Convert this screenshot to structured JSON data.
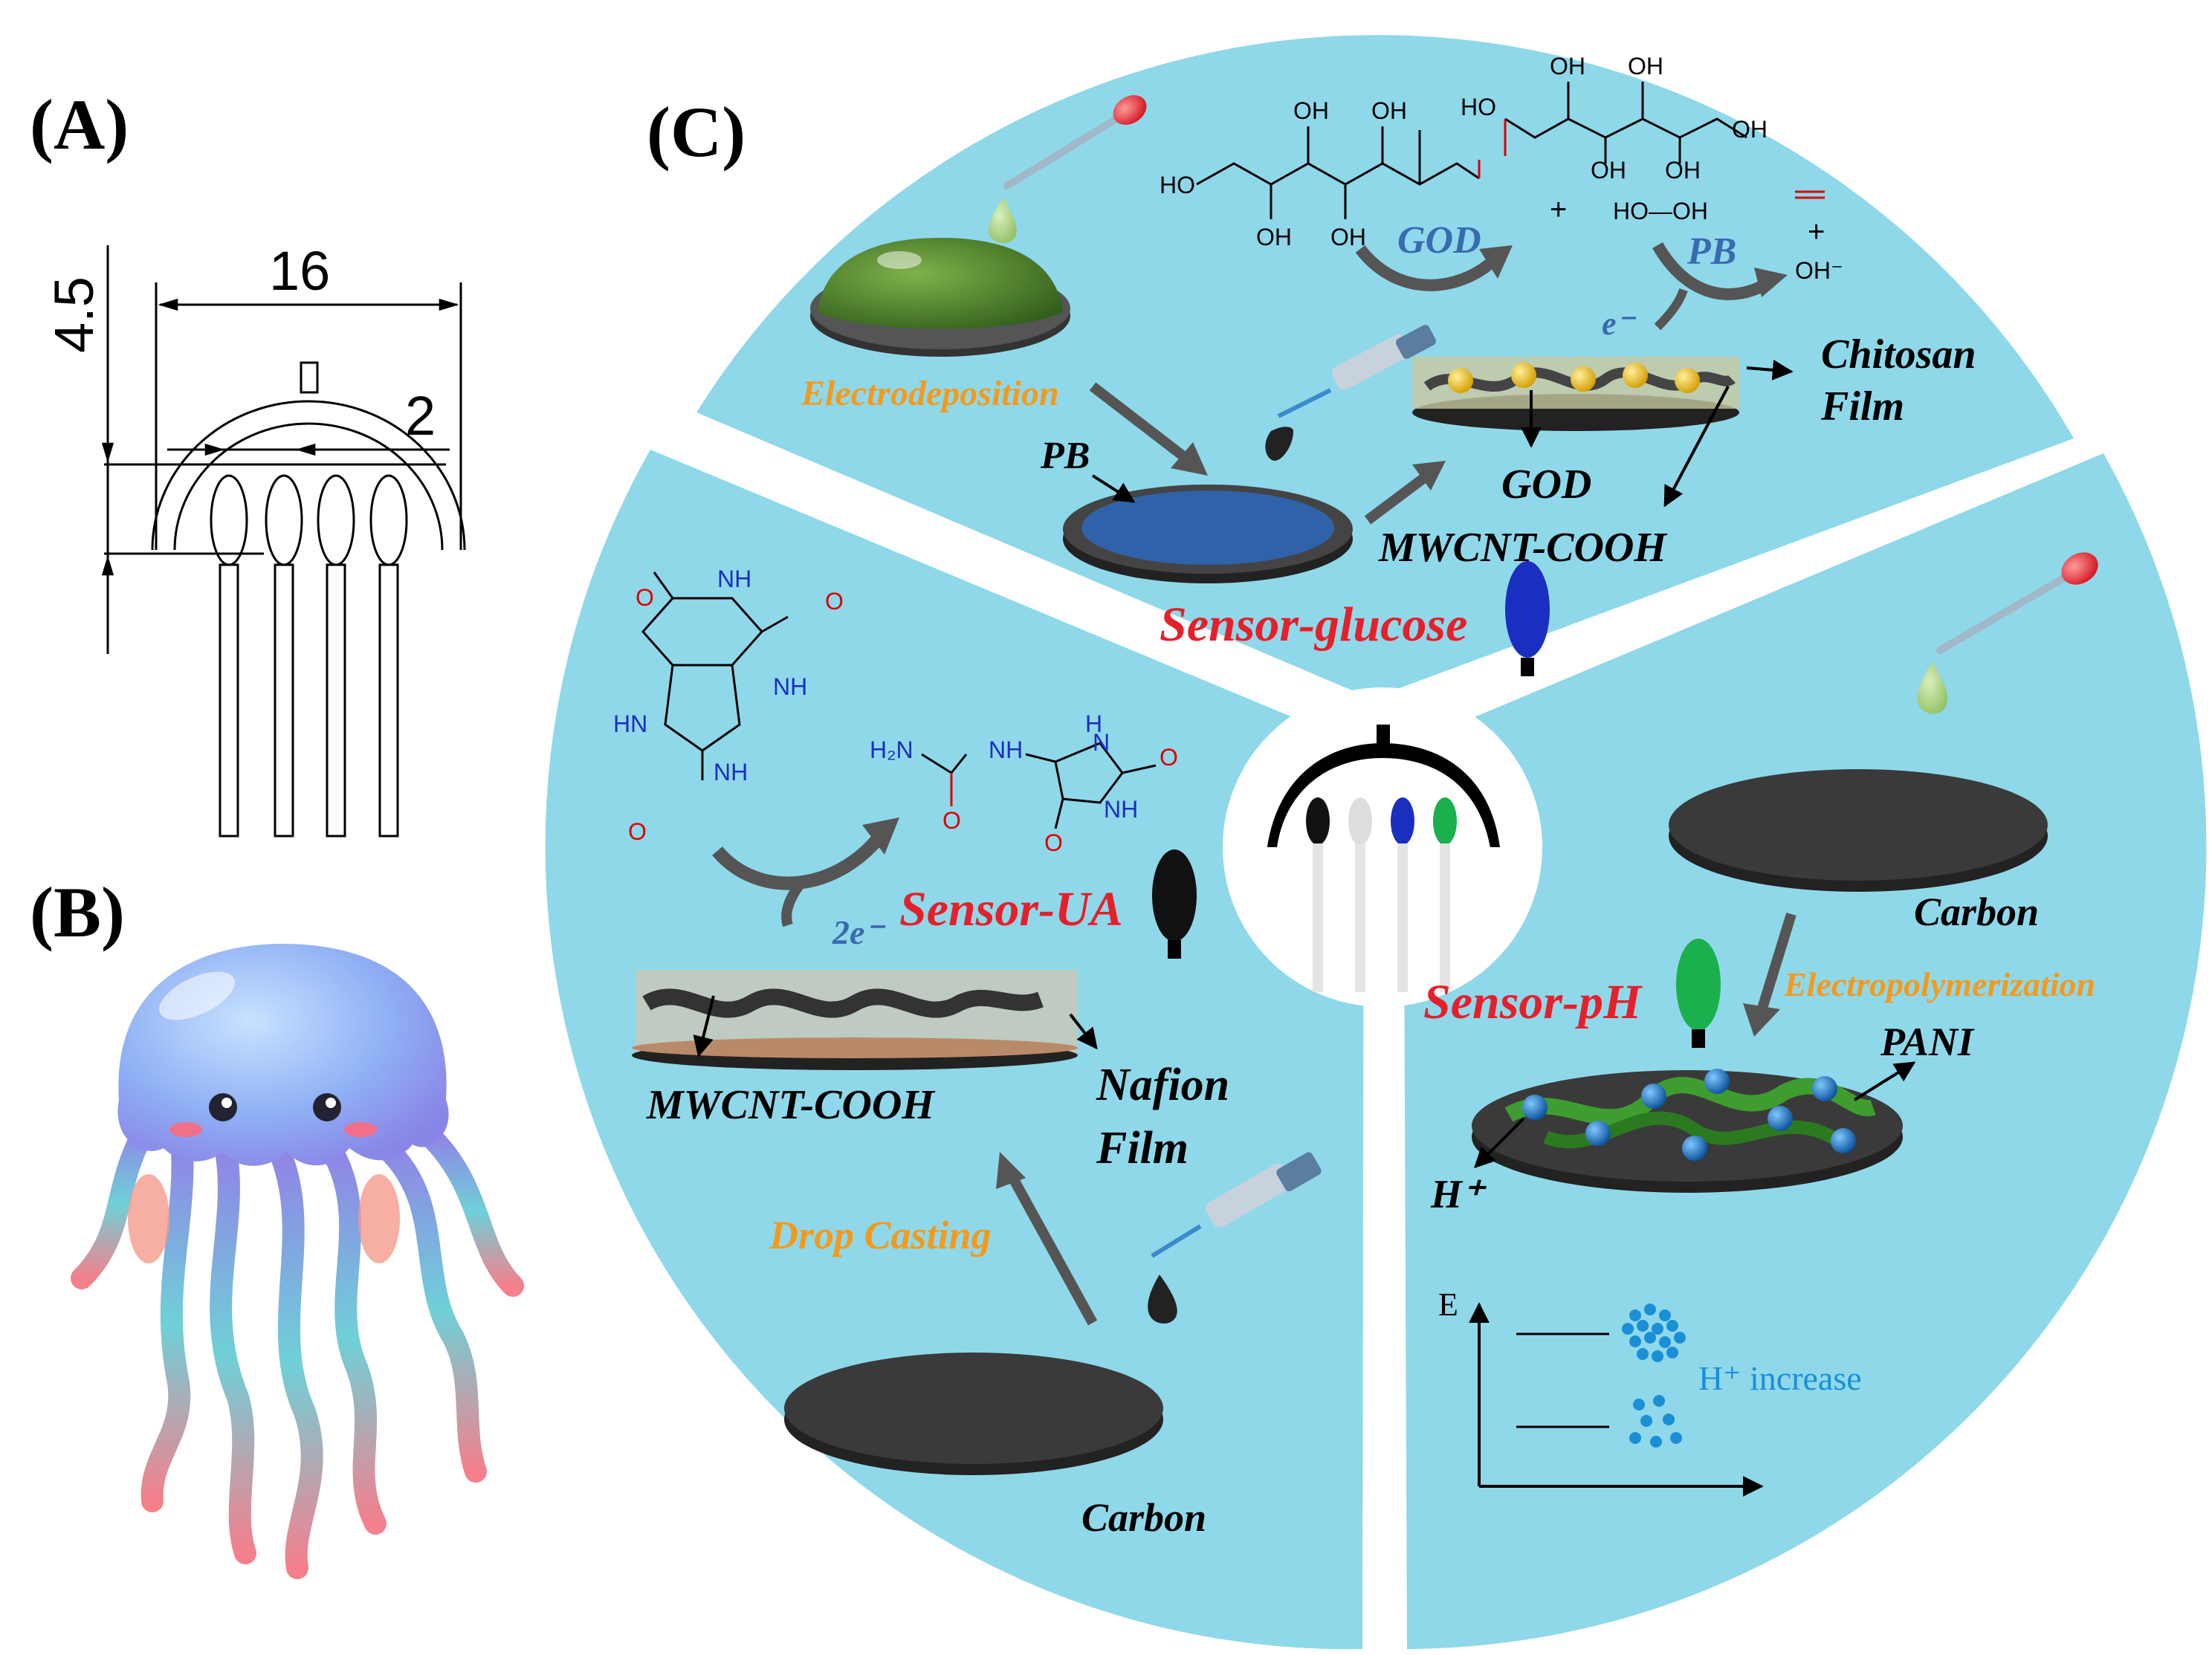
{
  "panels": {
    "a": {
      "label": "(A)"
    },
    "b": {
      "label": "(B)"
    },
    "c": {
      "label": "(C)"
    }
  },
  "drawing": {
    "dim_width": "16",
    "dim_height": "4.5",
    "dim_gap": "2"
  },
  "glucose_sector": {
    "title": "Sensor-glucose",
    "electrodeposition": "Electrodeposition",
    "pb": "PB",
    "god": "GOD",
    "mwcnt": "MWCNT-COOH",
    "chitosan_1": "Chitosan",
    "chitosan_2": "Film",
    "reaction": {
      "plus1": "+",
      "plus2": "+",
      "god_enzyme": "GOD",
      "pb_catalyst": "PB",
      "electron": "e⁻",
      "h2o2": "HO—OH",
      "oh_minus": "OH⁻",
      "oh": "OH",
      "ho": "HO"
    }
  },
  "ua_sector": {
    "title": "Sensor-UA",
    "electrons": "2e⁻",
    "mwcnt": "MWCNT-COOH",
    "nafion_1": "Nafion",
    "nafion_2": "Film",
    "drop_casting": "Drop Casting",
    "carbon": "Carbon",
    "atoms": {
      "o": "O",
      "nh": "NH",
      "hn": "HN",
      "h": "H",
      "n": "N",
      "h2n": "H₂N"
    }
  },
  "ph_sector": {
    "title": "Sensor-pH",
    "carbon": "Carbon",
    "electropolymerization": "Electropolymerization",
    "pani": "PANI",
    "h_plus": "H⁺",
    "plot": {
      "y_axis": "E",
      "legend": "H⁺ increase"
    }
  },
  "colors": {
    "sector_fill": "#8fd8ea",
    "title_red": "#e5202a",
    "label_orange": "#f39a1e",
    "label_blue": "#3a6ab0",
    "glucose_probe": "#1a2fc0",
    "ua_probe": "#111111",
    "ph_probe": "#1bb04e",
    "blank_probe": "#dddddd",
    "plot_blue": "#1a8fd6"
  }
}
